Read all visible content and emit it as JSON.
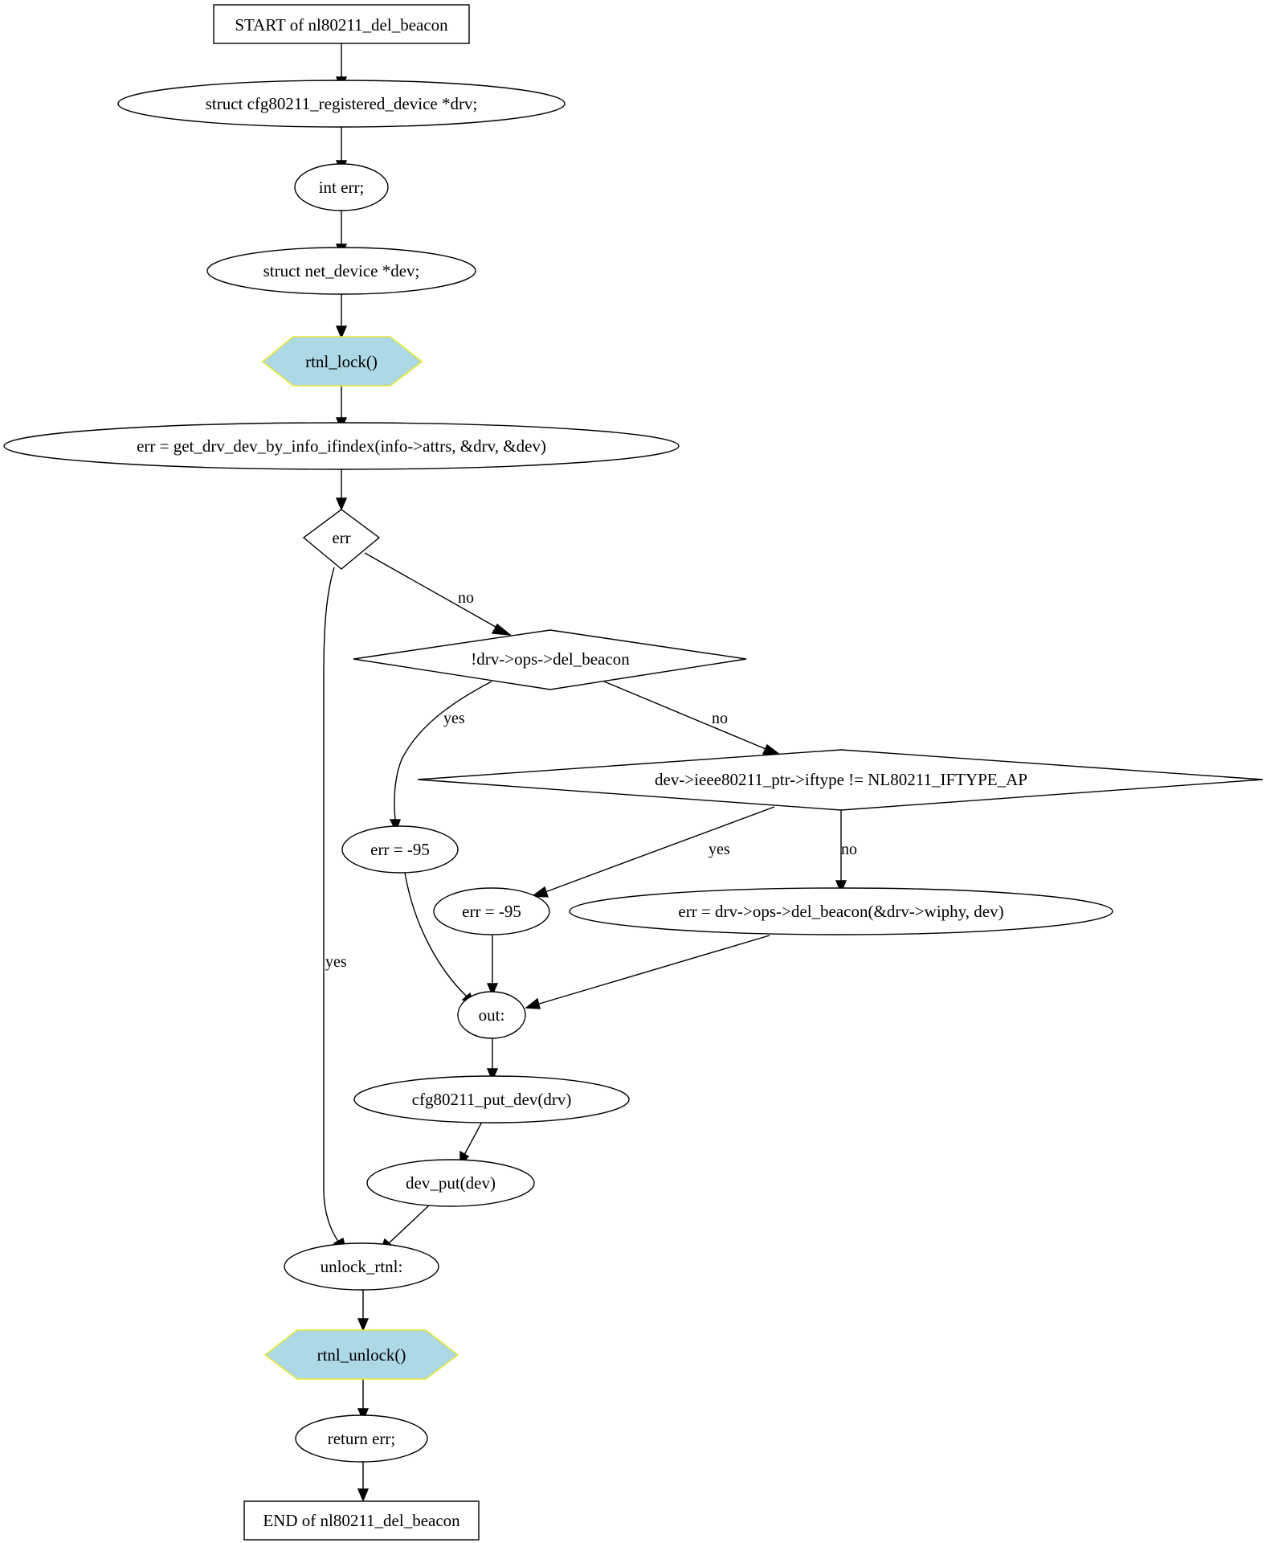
{
  "nodes": {
    "start": "START of nl80211_del_beacon",
    "decl_drv": "struct cfg80211_registered_device *drv;",
    "decl_err": "int err;",
    "decl_dev": "struct net_device *dev;",
    "rtnl_lock": "rtnl_lock()",
    "get_drv": "err = get_drv_dev_by_info_ifindex(info->attrs, &drv, &dev)",
    "cond_err": "err",
    "cond_ops": "!drv->ops->del_beacon",
    "cond_iftype": "dev->ieee80211_ptr->iftype != NL80211_IFTYPE_AP",
    "err95_a": "err = -95",
    "err95_b": "err = -95",
    "del_beacon_call": "err = drv->ops->del_beacon(&drv->wiphy, dev)",
    "out_label": "out:",
    "put_dev": "cfg80211_put_dev(drv)",
    "dev_put": "dev_put(dev)",
    "unlock_label": "unlock_rtnl:",
    "rtnl_unlock": "rtnl_unlock()",
    "return_err": "return err;",
    "end": "END of nl80211_del_beacon"
  },
  "edge_labels": {
    "err_no": "no",
    "err_yes": "yes",
    "ops_yes": "yes",
    "ops_no": "no",
    "iftype_yes": "yes",
    "iftype_no": "no"
  },
  "colors": {
    "lock_fill": "#add8e6",
    "lock_stroke": "#e8e832"
  }
}
